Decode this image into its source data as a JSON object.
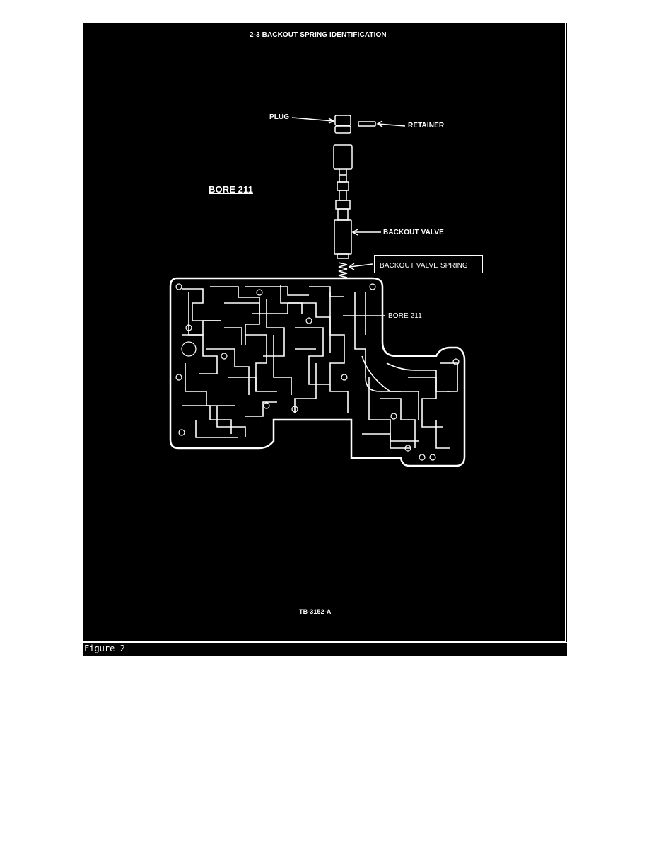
{
  "diagram": {
    "title": "2-3 BACKOUT SPRING IDENTIFICATION",
    "bore_heading": "BORE 211",
    "labels": {
      "plug": "PLUG",
      "retainer": "RETAINER",
      "backout_valve": "BACKOUT VALVE",
      "backout_valve_spring": "BACKOUT VALVE SPRING",
      "bore": "BORE 211"
    },
    "figure_code": "TB-3152-A"
  },
  "caption": "Figure 2",
  "colors": {
    "background": "#000000",
    "line": "#ffffff",
    "page": "#ffffff"
  }
}
